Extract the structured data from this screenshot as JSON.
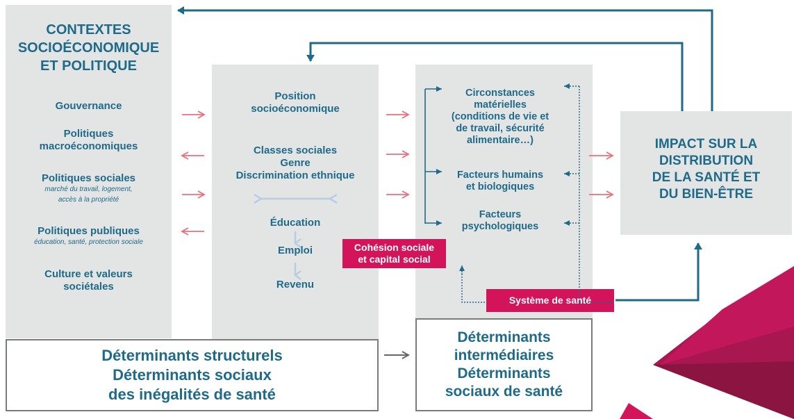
{
  "col1": {
    "title_lines": [
      "CONTEXTES",
      "SOCIOÉCONOMIQUE",
      "ET POLITIQUE"
    ],
    "item1": "Gouvernance",
    "item2_lines": [
      "Politiques",
      "macroéconomiques"
    ],
    "item3": "Politiques sociales",
    "item3_sub_lines": [
      "marché du travail, logement,",
      "accès à la propriété"
    ],
    "item4": "Politiques publiques",
    "item4_sub": "éducation, santé, protection sociale",
    "item5_lines": [
      "Culture et valeurs",
      "sociétales"
    ]
  },
  "col2": {
    "pos_lines": [
      "Position",
      "socioéconomique"
    ],
    "classes_lines": [
      "Classes sociales",
      "Genre",
      "Discrimination ethnique"
    ],
    "education": "Éducation",
    "emploi": "Emploi",
    "revenu": "Revenu"
  },
  "col3": {
    "circ_lines": [
      "Circonstances",
      "matérielles",
      "(conditions de vie et",
      "de travail, sécurité",
      "alimentaire…)"
    ],
    "humains_lines": [
      "Facteurs humains",
      "et biologiques"
    ],
    "psycho_lines": [
      "Facteurs",
      "psychologiques"
    ]
  },
  "cohesion_lines": [
    "Cohésion sociale",
    "et capital social"
  ],
  "systeme": "Système de santé",
  "impact_lines": [
    "IMPACT SUR LA",
    "DISTRIBUTION",
    "DE LA SANTÉ ET",
    "DU BIEN-ÊTRE"
  ],
  "structurels_lines": [
    "Déterminants structurels",
    "Déterminants sociaux",
    "des inégalités de santé"
  ],
  "intermediaires_lines": [
    "Déterminants",
    "intermédiaires",
    "Déterminants",
    "sociaux de santé"
  ],
  "colors": {
    "teal": "#1e6a8a",
    "pink_arrow": "#e8707e",
    "magenta": "#d4145a",
    "grey_box": "#e3e4e4",
    "light_arrow": "#b8cde0"
  }
}
